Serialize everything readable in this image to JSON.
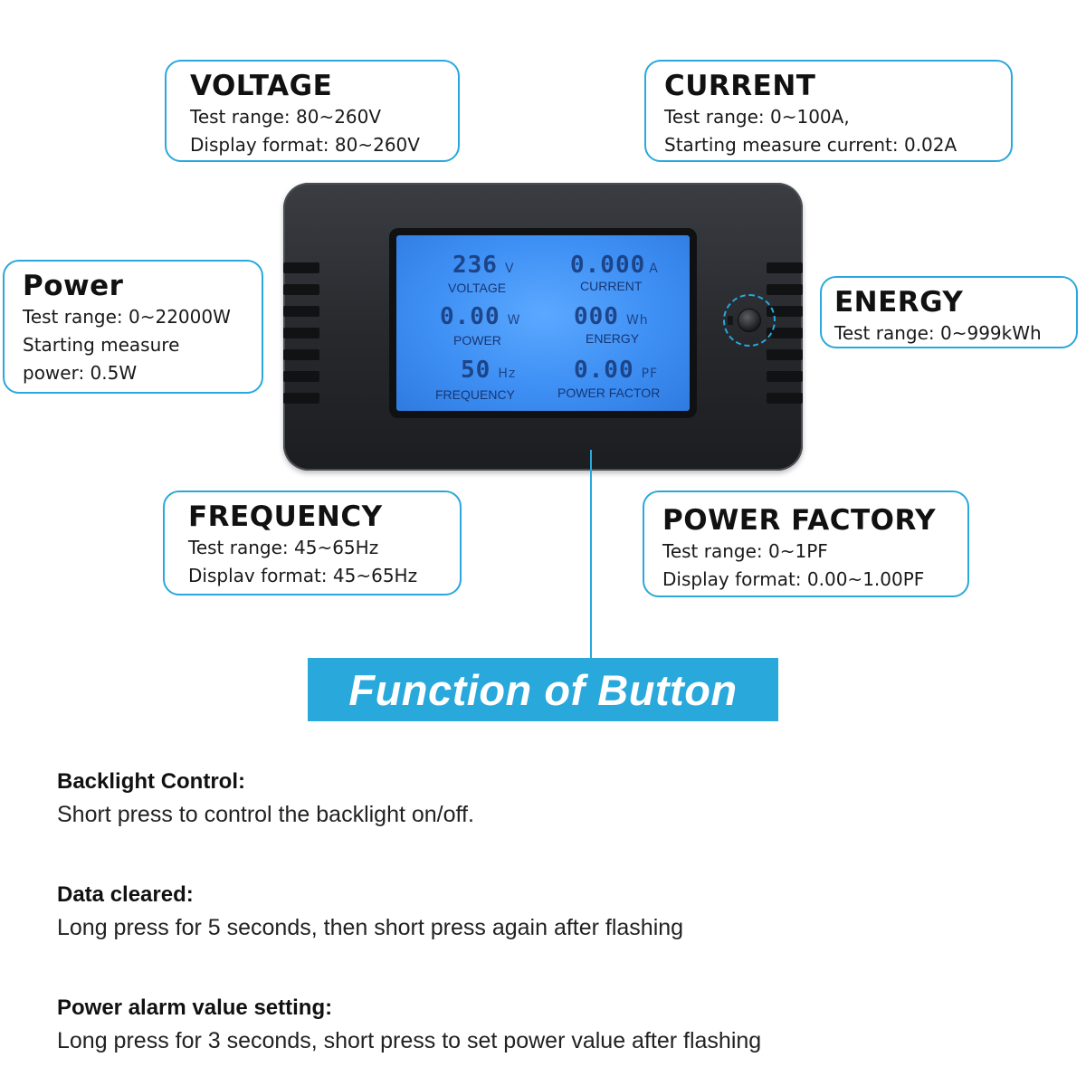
{
  "callouts": {
    "voltage": {
      "title": "VOLTAGE",
      "lines": [
        "Test range: 80~260V",
        "Display format: 80~260V"
      ]
    },
    "current": {
      "title": "CURRENT",
      "lines": [
        "Test range: 0~100A,",
        "Starting measure current: 0.02A"
      ]
    },
    "power": {
      "title": "Power",
      "lines": [
        "Test range: 0~22000W",
        "Starting measure",
        "power: 0.5W"
      ]
    },
    "energy": {
      "title": "ENERGY",
      "lines": [
        "Test range: 0~999kWh"
      ]
    },
    "frequency": {
      "title": "FREQUENCY",
      "lines": [
        "Test range: 45~65Hz",
        "Displav format: 45~65Hz"
      ]
    },
    "power_factor": {
      "title": "POWER FACTORY",
      "lines": [
        "Test range: 0~1PF",
        "Display format: 0.00~1.00PF"
      ]
    }
  },
  "lcd": {
    "voltage": {
      "value": "236",
      "unit": "V",
      "label": "VOLTAGE"
    },
    "current": {
      "value": "0.000",
      "unit": "A",
      "label": "CURRENT"
    },
    "power": {
      "value": "0.00",
      "unit": "W",
      "label": "POWER"
    },
    "energy": {
      "value": "000",
      "unit": "Wh",
      "label": "ENERGY"
    },
    "frequency": {
      "value": "50",
      "unit": "Hz",
      "label": "FREQUENCY"
    },
    "power_factor": {
      "value": "0.00",
      "unit": "PF",
      "label": "POWER FACTOR"
    }
  },
  "banner": {
    "title": "Function of Button"
  },
  "functions": [
    {
      "title": "Backlight Control:",
      "desc": "Short press to control the backlight on/off."
    },
    {
      "title": "Data cleared:",
      "desc": "Long press for 5 seconds, then short press again after flashing"
    },
    {
      "title": "Power alarm value setting:",
      "desc": "Long press for 3 seconds, short press to set power value after flashing"
    }
  ],
  "colors": {
    "accent": "#29a8dc",
    "lcd_blue": "#3e8ff4",
    "device_body": "#2a2c30"
  }
}
